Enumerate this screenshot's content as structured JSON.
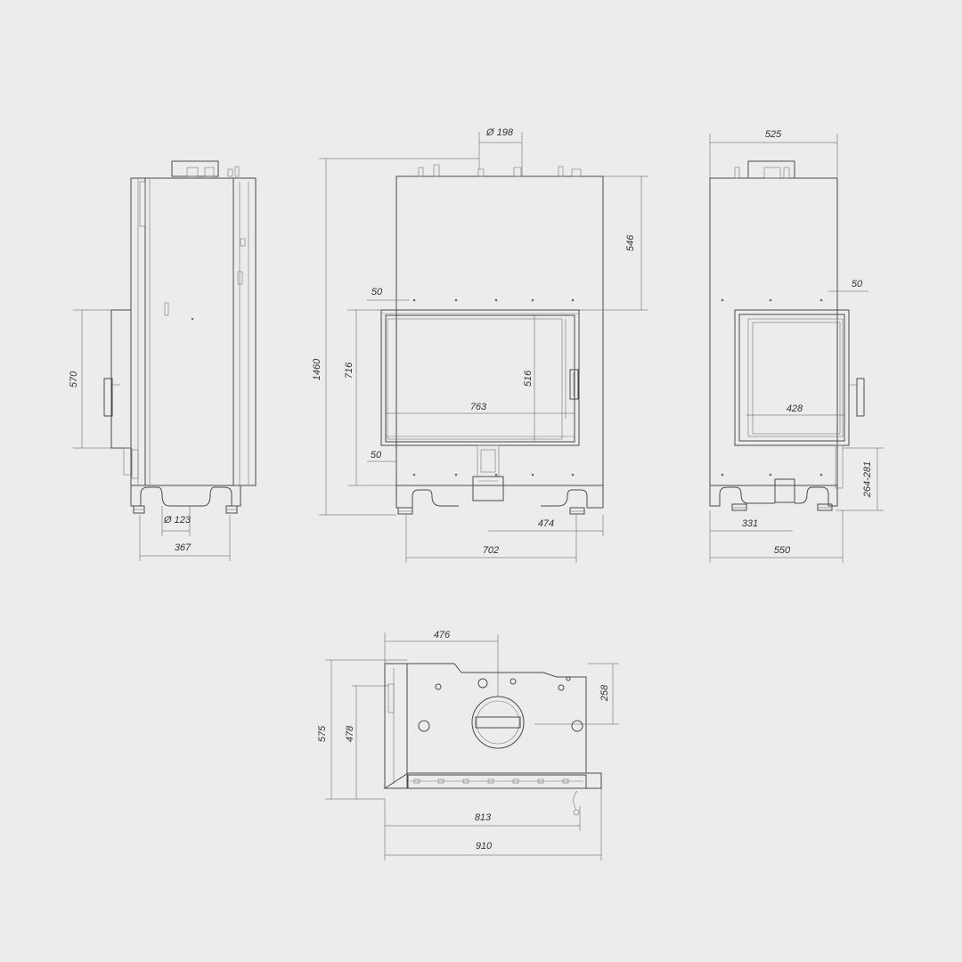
{
  "dimensions": {
    "left_view": {
      "height_570": "570",
      "diameter_123": "Ø 123",
      "width_367": "367"
    },
    "front_view": {
      "diameter_198": "Ø 198",
      "height_1460": "1460",
      "height_716": "716",
      "top_546": "546",
      "offset_50_top": "50",
      "offset_50_bottom": "50",
      "inner_height_516": "516",
      "glass_width_763": "763",
      "width_474": "474",
      "width_702": "702"
    },
    "right_view": {
      "width_525": "525",
      "offset_50": "50",
      "glass_width_428": "428",
      "height_264_281": "264-281",
      "width_331": "331",
      "width_550": "550"
    },
    "top_view": {
      "width_476": "476",
      "depth_258": "258",
      "depth_575": "575",
      "depth_478": "478",
      "width_813": "813",
      "width_910": "910"
    }
  },
  "colors": {
    "background": "#ececec",
    "line": "#4a4a4a",
    "text": "#333333"
  }
}
